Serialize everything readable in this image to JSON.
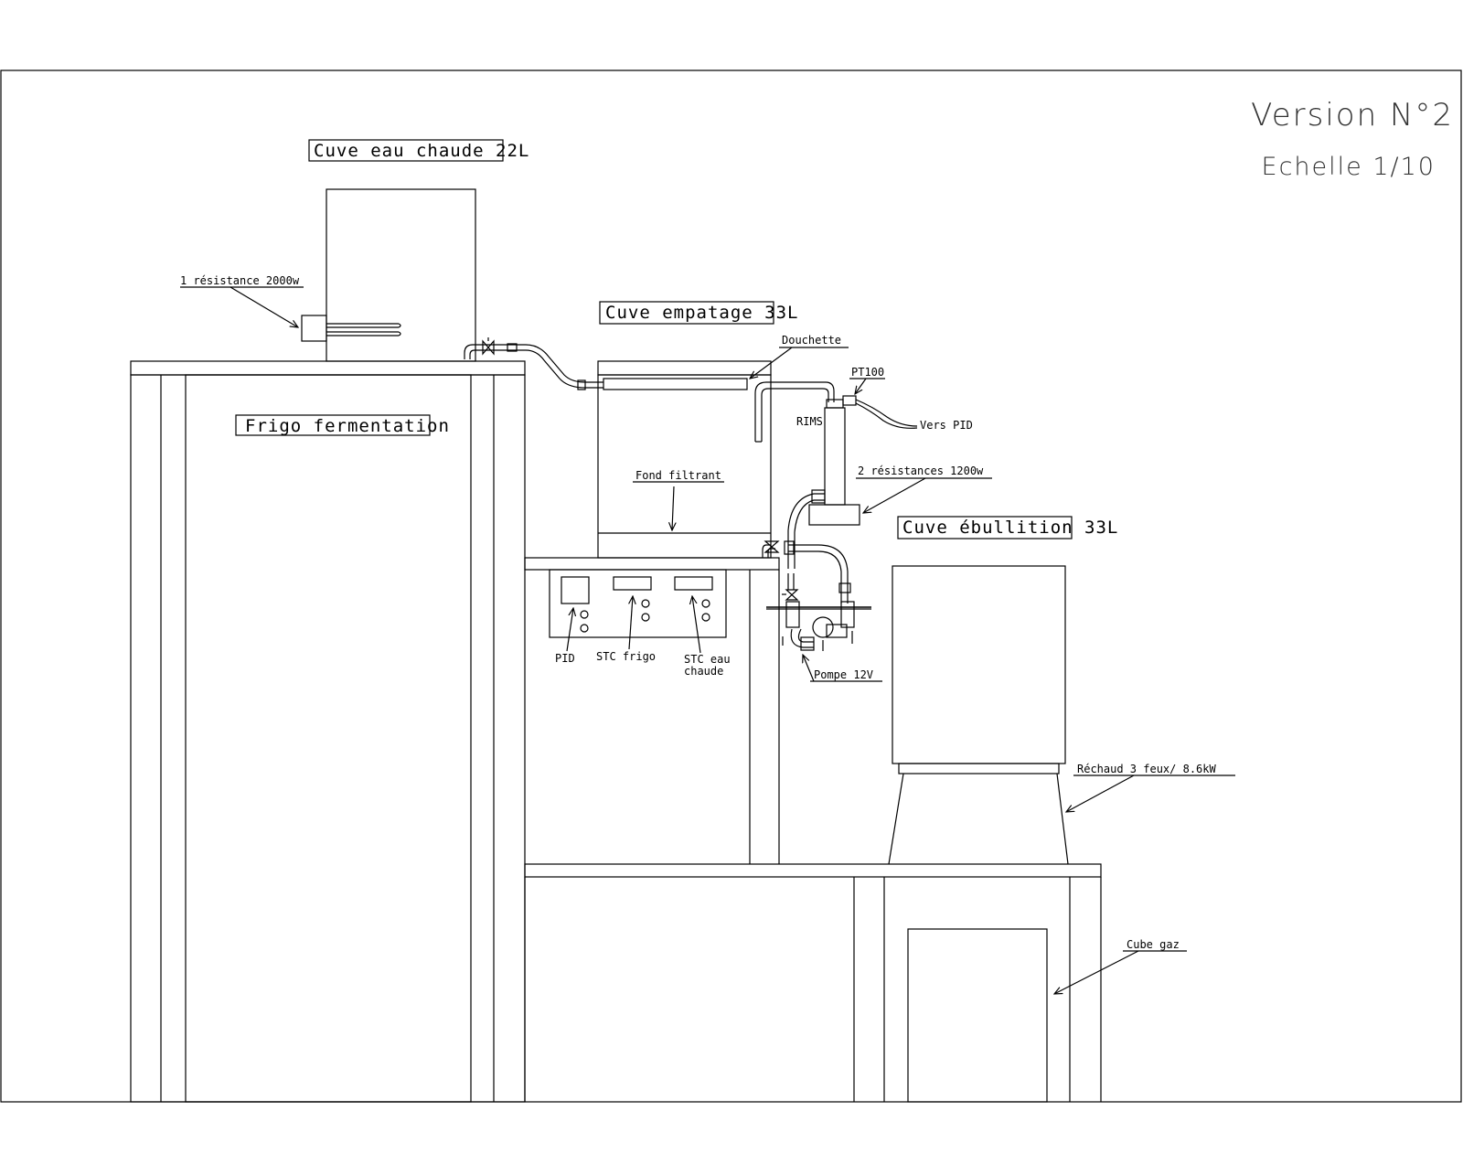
{
  "header": {
    "version": "Version N°2",
    "scale": "Echelle 1/10"
  },
  "labels": {
    "hot_water_tank": "Cuve eau chaude 22L",
    "resistance_2000": "1 résistance 2000w",
    "mash_tank": "Cuve empatage 33L",
    "sparge": "Douchette",
    "pt100": "PT100",
    "to_pid": "Vers PID",
    "rims": "RIMS",
    "fridge": "Frigo fermentation",
    "false_bottom": "Fond filtrant",
    "resistances_1200": "2 résistances 1200w",
    "boil_tank": "Cuve ébullition 33L",
    "pid": "PID",
    "stc_fridge": "STC frigo",
    "stc_hot_water_1": "STC eau",
    "stc_hot_water_2": "chaude",
    "pump": "Pompe 12V",
    "burner": "Réchaud 3 feux/ 8.6kW",
    "gas_cube": "Cube gaz"
  }
}
